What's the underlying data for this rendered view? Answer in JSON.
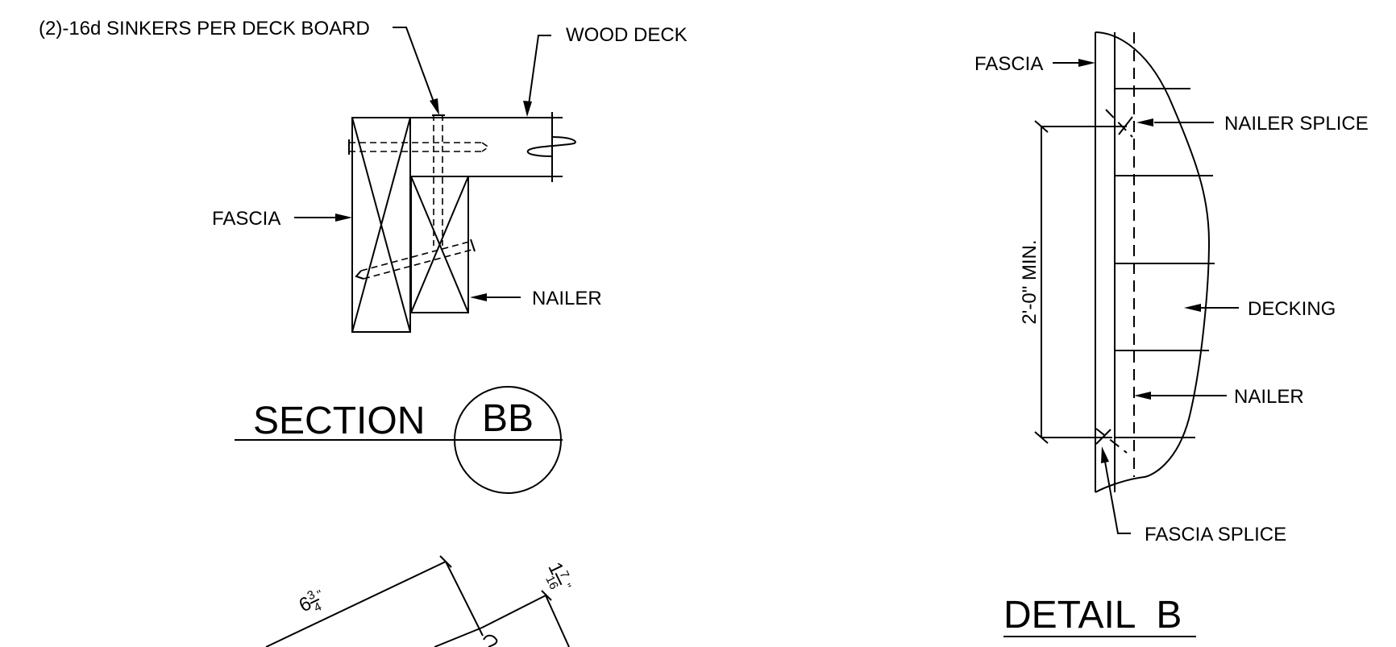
{
  "section_bb": {
    "sinkers_label": "(2)-16d SINKERS PER DECK BOARD",
    "wood_deck_label": "WOOD DECK",
    "fascia_label": "FASCIA",
    "nailer_label": "NAILER",
    "title_word": "SECTION",
    "title_id": "BB"
  },
  "detail_b": {
    "fascia_label": "FASCIA",
    "nailer_splice_label": "NAILER SPLICE",
    "decking_label": "DECKING",
    "nailer_label": "NAILER",
    "fascia_splice_label": "FASCIA SPLICE",
    "dimension_label": "2'-0\" MIN.",
    "title": "DETAIL  B"
  },
  "lower_detail": {
    "dim_length_whole": "6",
    "dim_length_num": "3",
    "dim_length_den": "4",
    "dim_thick_whole": "1",
    "dim_thick_num": "7",
    "dim_thick_den": "16"
  }
}
